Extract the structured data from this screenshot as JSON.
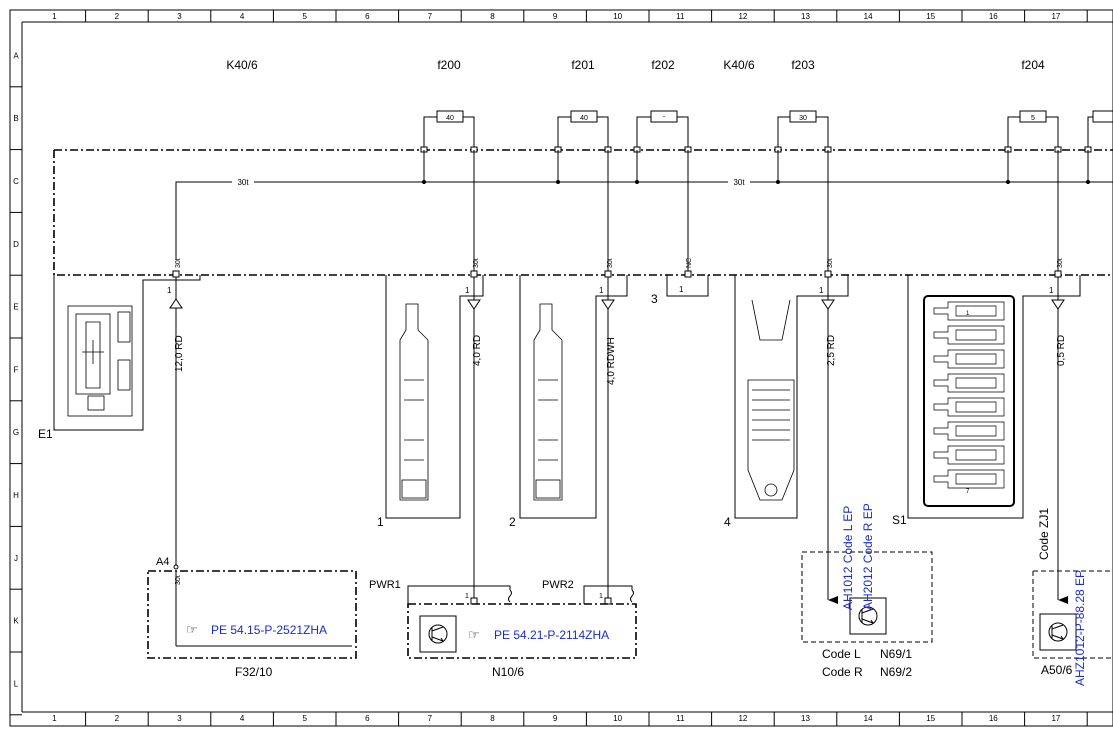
{
  "columns": [
    "1",
    "2",
    "3",
    "4",
    "5",
    "6",
    "7",
    "8",
    "9",
    "10",
    "11",
    "12",
    "13",
    "14",
    "15",
    "16",
    "17"
  ],
  "rows": [
    "A",
    "B",
    "C",
    "D",
    "E",
    "F",
    "G",
    "H",
    "J",
    "K",
    "L"
  ],
  "top_labels": {
    "k40_left": "K40/6",
    "k40_right": "K40/6",
    "f200": "f200",
    "f201": "f201",
    "f202": "f202",
    "f203": "f203",
    "f204": "f204"
  },
  "fuse_ratings": {
    "f200": "40",
    "f201": "40",
    "f203": "30",
    "f204": "5"
  },
  "bus_label": "30t",
  "pin_labels": {
    "p30t": "30t",
    "nc": "NC",
    "one": "1",
    "seven": "7"
  },
  "wires": {
    "w1": "12,0 RD",
    "w2": "4,0 RD",
    "w3": "4,0 RDWH",
    "w4": "2,5 RD",
    "w5": "0,5 RD"
  },
  "connector_labels": {
    "e1": "E1",
    "c1": "1",
    "c2": "2",
    "c3": "3",
    "c4": "4",
    "s1": "S1"
  },
  "components": {
    "a4": "A4",
    "pwr1": "PWR1",
    "pwr2": "PWR2",
    "f32": "F32/10",
    "n10": "N10/6",
    "a50": "A50/6",
    "code_l": "Code L",
    "code_r": "Code R",
    "n69_1": "N69/1",
    "n69_2": "N69/2",
    "code_zj1": "Code ZJ1"
  },
  "references": {
    "pe1": "PE 54.15-P-2521ZHA",
    "pe2": "PE 54.21-P-2114ZHA",
    "ah1": "AH1012 Code L EP",
    "ah2": "AH2012 Code R EP",
    "ah3": "AHZ1012-P-88.28 EP"
  },
  "colors": {
    "line": "#000000",
    "reference": "#1a2bd6"
  },
  "icons": [
    "pointing-hand-icon",
    "transistor-icon"
  ]
}
